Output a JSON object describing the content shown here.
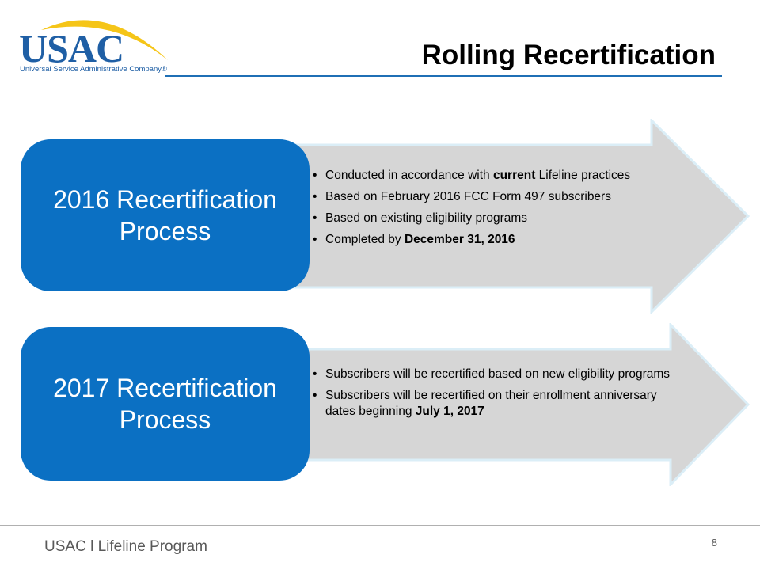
{
  "logo": {
    "text": "USAC",
    "subtitle": "Universal Service Administrative Company®"
  },
  "slide": {
    "title": "Rolling Recertification"
  },
  "panels": [
    {
      "heading_line1": "2016 Recertification",
      "heading_line2": "Process",
      "bullets": [
        {
          "before": "Conducted in accordance with ",
          "bold": "current",
          "after": " Lifeline practices"
        },
        {
          "before": "Based on February 2016 FCC Form 497 subscribers",
          "bold": "",
          "after": ""
        },
        {
          "before": "Based on existing eligibility programs",
          "bold": "",
          "after": ""
        },
        {
          "before": "Completed by ",
          "bold": "December 31, 2016",
          "after": ""
        }
      ]
    },
    {
      "heading_line1": "2017 Recertification",
      "heading_line2": "Process",
      "bullets": [
        {
          "before": "Subscribers will be recertified based on new eligibility programs",
          "bold": "",
          "after": ""
        },
        {
          "before": "Subscribers will be recertified on their enrollment anniversary dates beginning ",
          "bold": "July 1, 2017",
          "after": ""
        }
      ]
    }
  ],
  "footer": {
    "left": "USAC l Lifeline Program",
    "page_number": "8"
  },
  "colors": {
    "brand_blue": "#1f5fa5",
    "box_blue": "#0b70c3",
    "arrow_fill": "#d6d6d6",
    "arrow_stroke": "#dbeef7",
    "swoosh": "#f5c518"
  }
}
